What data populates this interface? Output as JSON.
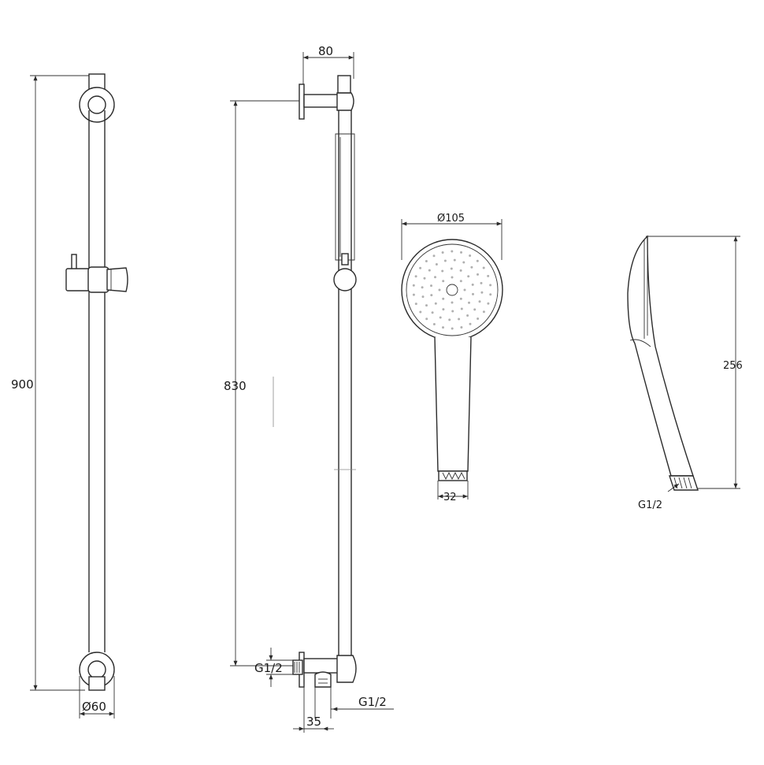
{
  "dimensions": {
    "rail_length": "900",
    "bracket_diameter": "Ø60",
    "mount_height": "830",
    "projection": "80",
    "outlet_thread_side": "G1/2",
    "outlet_thread_bottom": "G1/2",
    "outlet_offset": "35",
    "head_diameter": "Ø105",
    "handle_width": "32",
    "head_length": "256",
    "head_thread": "G1/2"
  },
  "colors": {
    "line": "#2b2b2b",
    "background": "#ffffff"
  }
}
